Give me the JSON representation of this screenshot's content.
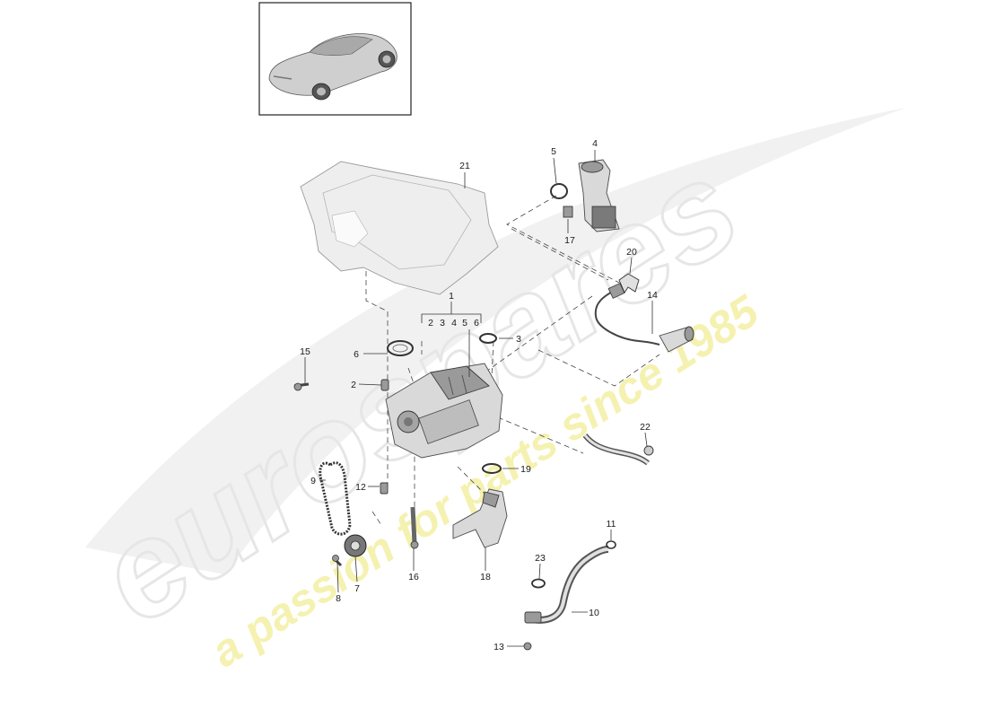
{
  "watermark": {
    "brand": "eurospares",
    "tagline": "a passion for parts since 1985",
    "tagline_color": "#f2ee9a",
    "brand_color": "#eeeeee"
  },
  "thumbnail": {
    "icon": "car-icon"
  },
  "callouts": {
    "c1": "1",
    "c2": "2",
    "c3": "3",
    "c4": "4",
    "c5": "5",
    "c6": "6",
    "c7": "7",
    "c8": "8",
    "c9": "9",
    "c10": "10",
    "c11": "11",
    "c12": "12",
    "c13": "13",
    "c14": "14",
    "c15": "15",
    "c16": "16",
    "c17": "17",
    "c18": "18",
    "c19": "19",
    "c20": "20",
    "c21": "21",
    "c22": "22",
    "c23": "23"
  },
  "group_labels": [
    "2",
    "3",
    "4",
    "5",
    "6"
  ]
}
